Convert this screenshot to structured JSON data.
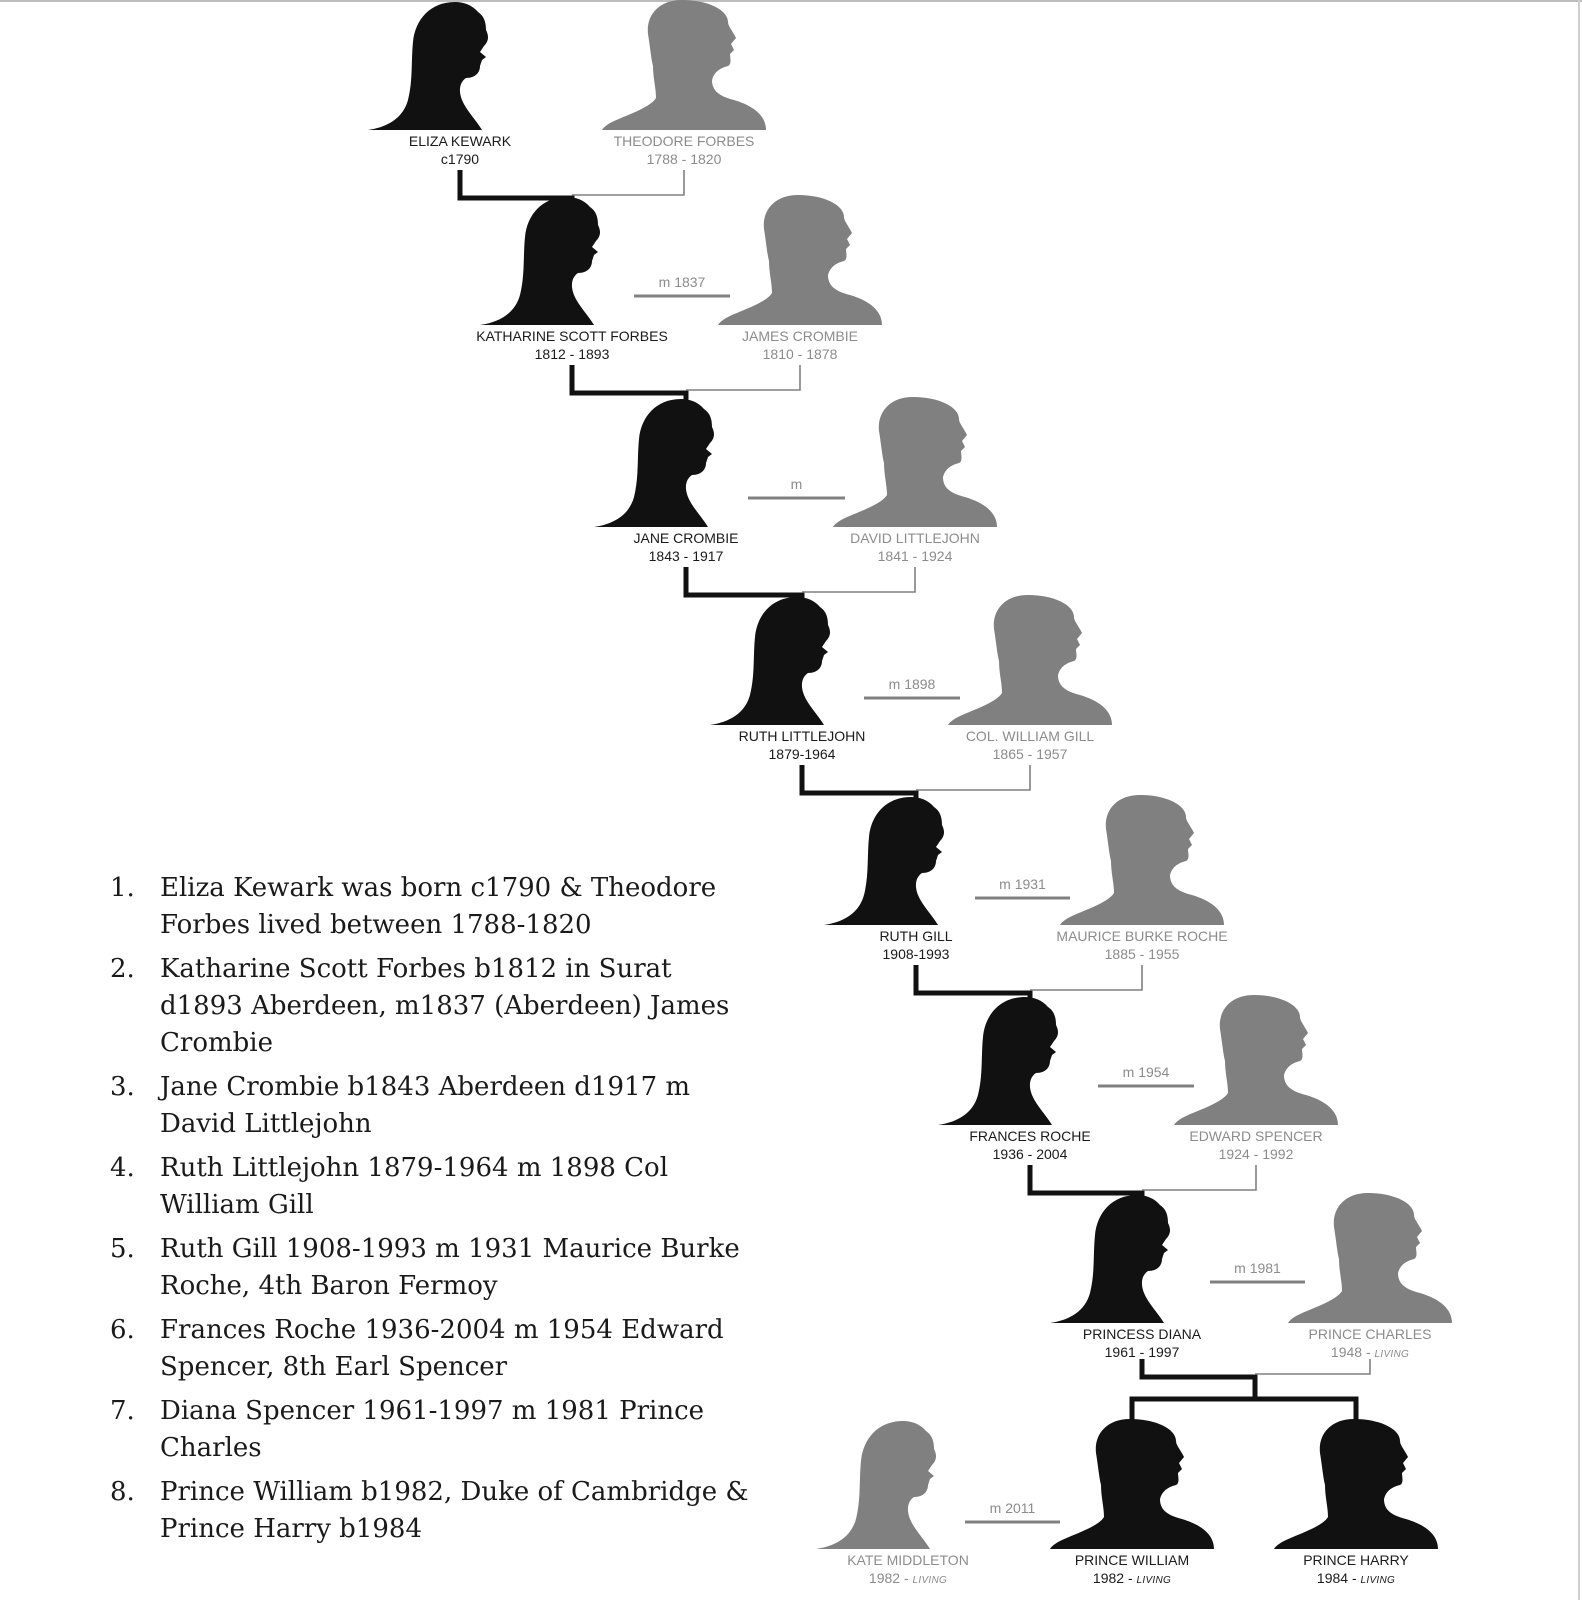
{
  "people": [
    {
      "id": "eliza",
      "name": "ELIZA KEWARK",
      "dates": "c1790",
      "living": "",
      "gender": "female",
      "line": "main"
    },
    {
      "id": "theodore",
      "name": "THEODORE FORBES",
      "dates": "1788 - 1820",
      "living": "",
      "gender": "male",
      "line": "spouse"
    },
    {
      "id": "katharine",
      "name": "KATHARINE SCOTT FORBES",
      "dates": "1812 - 1893",
      "living": "",
      "gender": "female",
      "line": "main"
    },
    {
      "id": "james",
      "name": "JAMES CROMBIE",
      "dates": "1810 - 1878",
      "living": "",
      "gender": "male",
      "line": "spouse"
    },
    {
      "id": "jane",
      "name": "JANE CROMBIE",
      "dates": "1843 - 1917",
      "living": "",
      "gender": "female",
      "line": "main"
    },
    {
      "id": "david",
      "name": "DAVID LITTLEJOHN",
      "dates": "1841 - 1924",
      "living": "",
      "gender": "male",
      "line": "spouse"
    },
    {
      "id": "ruthl",
      "name": "RUTH LITTLEJOHN",
      "dates": "1879-1964",
      "living": "",
      "gender": "female",
      "line": "main"
    },
    {
      "id": "gill",
      "name": "COL. WILLIAM GILL",
      "dates": "1865 - 1957",
      "living": "",
      "gender": "male",
      "line": "spouse"
    },
    {
      "id": "ruthg",
      "name": "RUTH GILL",
      "dates": "1908-1993",
      "living": "",
      "gender": "female",
      "line": "main"
    },
    {
      "id": "maurice",
      "name": "MAURICE BURKE ROCHE",
      "dates": "1885 - 1955",
      "living": "",
      "gender": "male",
      "line": "spouse"
    },
    {
      "id": "frances",
      "name": "FRANCES ROCHE",
      "dates": "1936 - 2004",
      "living": "",
      "gender": "female",
      "line": "main"
    },
    {
      "id": "edward",
      "name": "EDWARD SPENCER",
      "dates": "1924 - 1992",
      "living": "",
      "gender": "male",
      "line": "spouse"
    },
    {
      "id": "diana",
      "name": "PRINCESS DIANA",
      "dates": "1961 - 1997",
      "living": "",
      "gender": "female",
      "line": "main"
    },
    {
      "id": "charles",
      "name": "PRINCE CHARLES",
      "dates": "1948 - ",
      "living": "LIVING",
      "gender": "male",
      "line": "spouse"
    },
    {
      "id": "kate",
      "name": "KATE MIDDLETON",
      "dates": "1982 - ",
      "living": "LIVING",
      "gender": "female",
      "line": "spouse"
    },
    {
      "id": "william",
      "name": "PRINCE WILLIAM",
      "dates": "1982 - ",
      "living": "LIVING",
      "gender": "male",
      "line": "main"
    },
    {
      "id": "harry",
      "name": "PRINCE HARRY",
      "dates": "1984 - ",
      "living": "LIVING",
      "gender": "male",
      "line": "main"
    }
  ],
  "marriages": [
    {
      "id": "m1",
      "label": "m 1837"
    },
    {
      "id": "m2",
      "label": "m"
    },
    {
      "id": "m3",
      "label": "m 1898"
    },
    {
      "id": "m4",
      "label": "m 1931"
    },
    {
      "id": "m5",
      "label": "m 1954"
    },
    {
      "id": "m6",
      "label": "m 1981"
    },
    {
      "id": "m7",
      "label": "m 2011"
    }
  ],
  "notes": [
    {
      "num": "1.",
      "text": "Eliza Kewark was born c1790 & Theodore Forbes lived between 1788-1820"
    },
    {
      "num": "2.",
      "text": "Katharine Scott Forbes b1812 in Surat d1893 Aberdeen, m1837 (Aberdeen) James Crombie"
    },
    {
      "num": "3.",
      "text": " Jane Crombie b1843 Aberdeen d1917 m David Littlejohn"
    },
    {
      "num": "4.",
      "text": "Ruth Littlejohn 1879-1964 m 1898 Col William Gill"
    },
    {
      "num": "5.",
      "text": "Ruth Gill 1908-1993 m 1931 Maurice Burke Roche, 4th Baron Fermoy"
    },
    {
      "num": "6.",
      "text": "Frances Roche 1936-2004 m 1954 Edward Spencer, 8th Earl Spencer"
    },
    {
      "num": "7.",
      "text": "Diana Spencer 1961-1997 m 1981 Prince Charles"
    },
    {
      "num": "8.",
      "text": "Prince William b1982, Duke of Cambridge & Prince Harry b1984"
    }
  ],
  "colors": {
    "main": "#111111",
    "spouse": "#808080",
    "text_main": "#1a1a1a",
    "text_spouse": "#8c8c8c"
  }
}
